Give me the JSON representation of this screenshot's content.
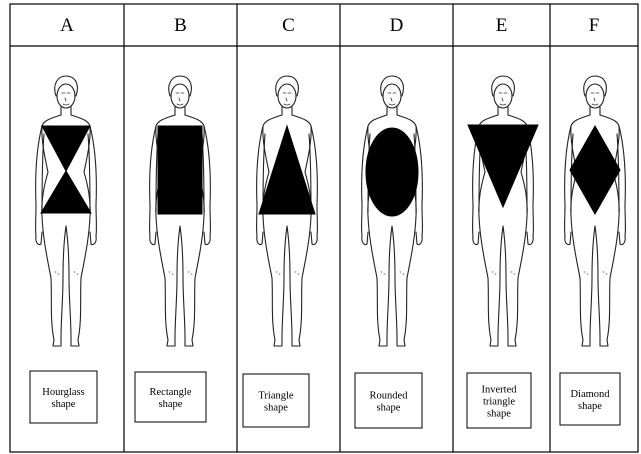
{
  "columns": [
    {
      "letter": "A",
      "shape": "hourglass",
      "caption": [
        "Hourglass",
        "shape"
      ]
    },
    {
      "letter": "B",
      "shape": "rectangle",
      "caption": [
        "Rectangle",
        "shape"
      ]
    },
    {
      "letter": "C",
      "shape": "triangle",
      "caption": [
        "Triangle",
        "shape"
      ]
    },
    {
      "letter": "D",
      "shape": "rounded",
      "caption": [
        "Rounded",
        "shape"
      ]
    },
    {
      "letter": "E",
      "shape": "inverted-triangle",
      "caption": [
        "Inverted",
        "triangle",
        "shape"
      ]
    },
    {
      "letter": "F",
      "shape": "diamond",
      "caption": [
        "Diamond",
        "shape"
      ]
    }
  ],
  "colors": {
    "line": "#000000",
    "fill": "#000000",
    "background": "#ffffff"
  }
}
